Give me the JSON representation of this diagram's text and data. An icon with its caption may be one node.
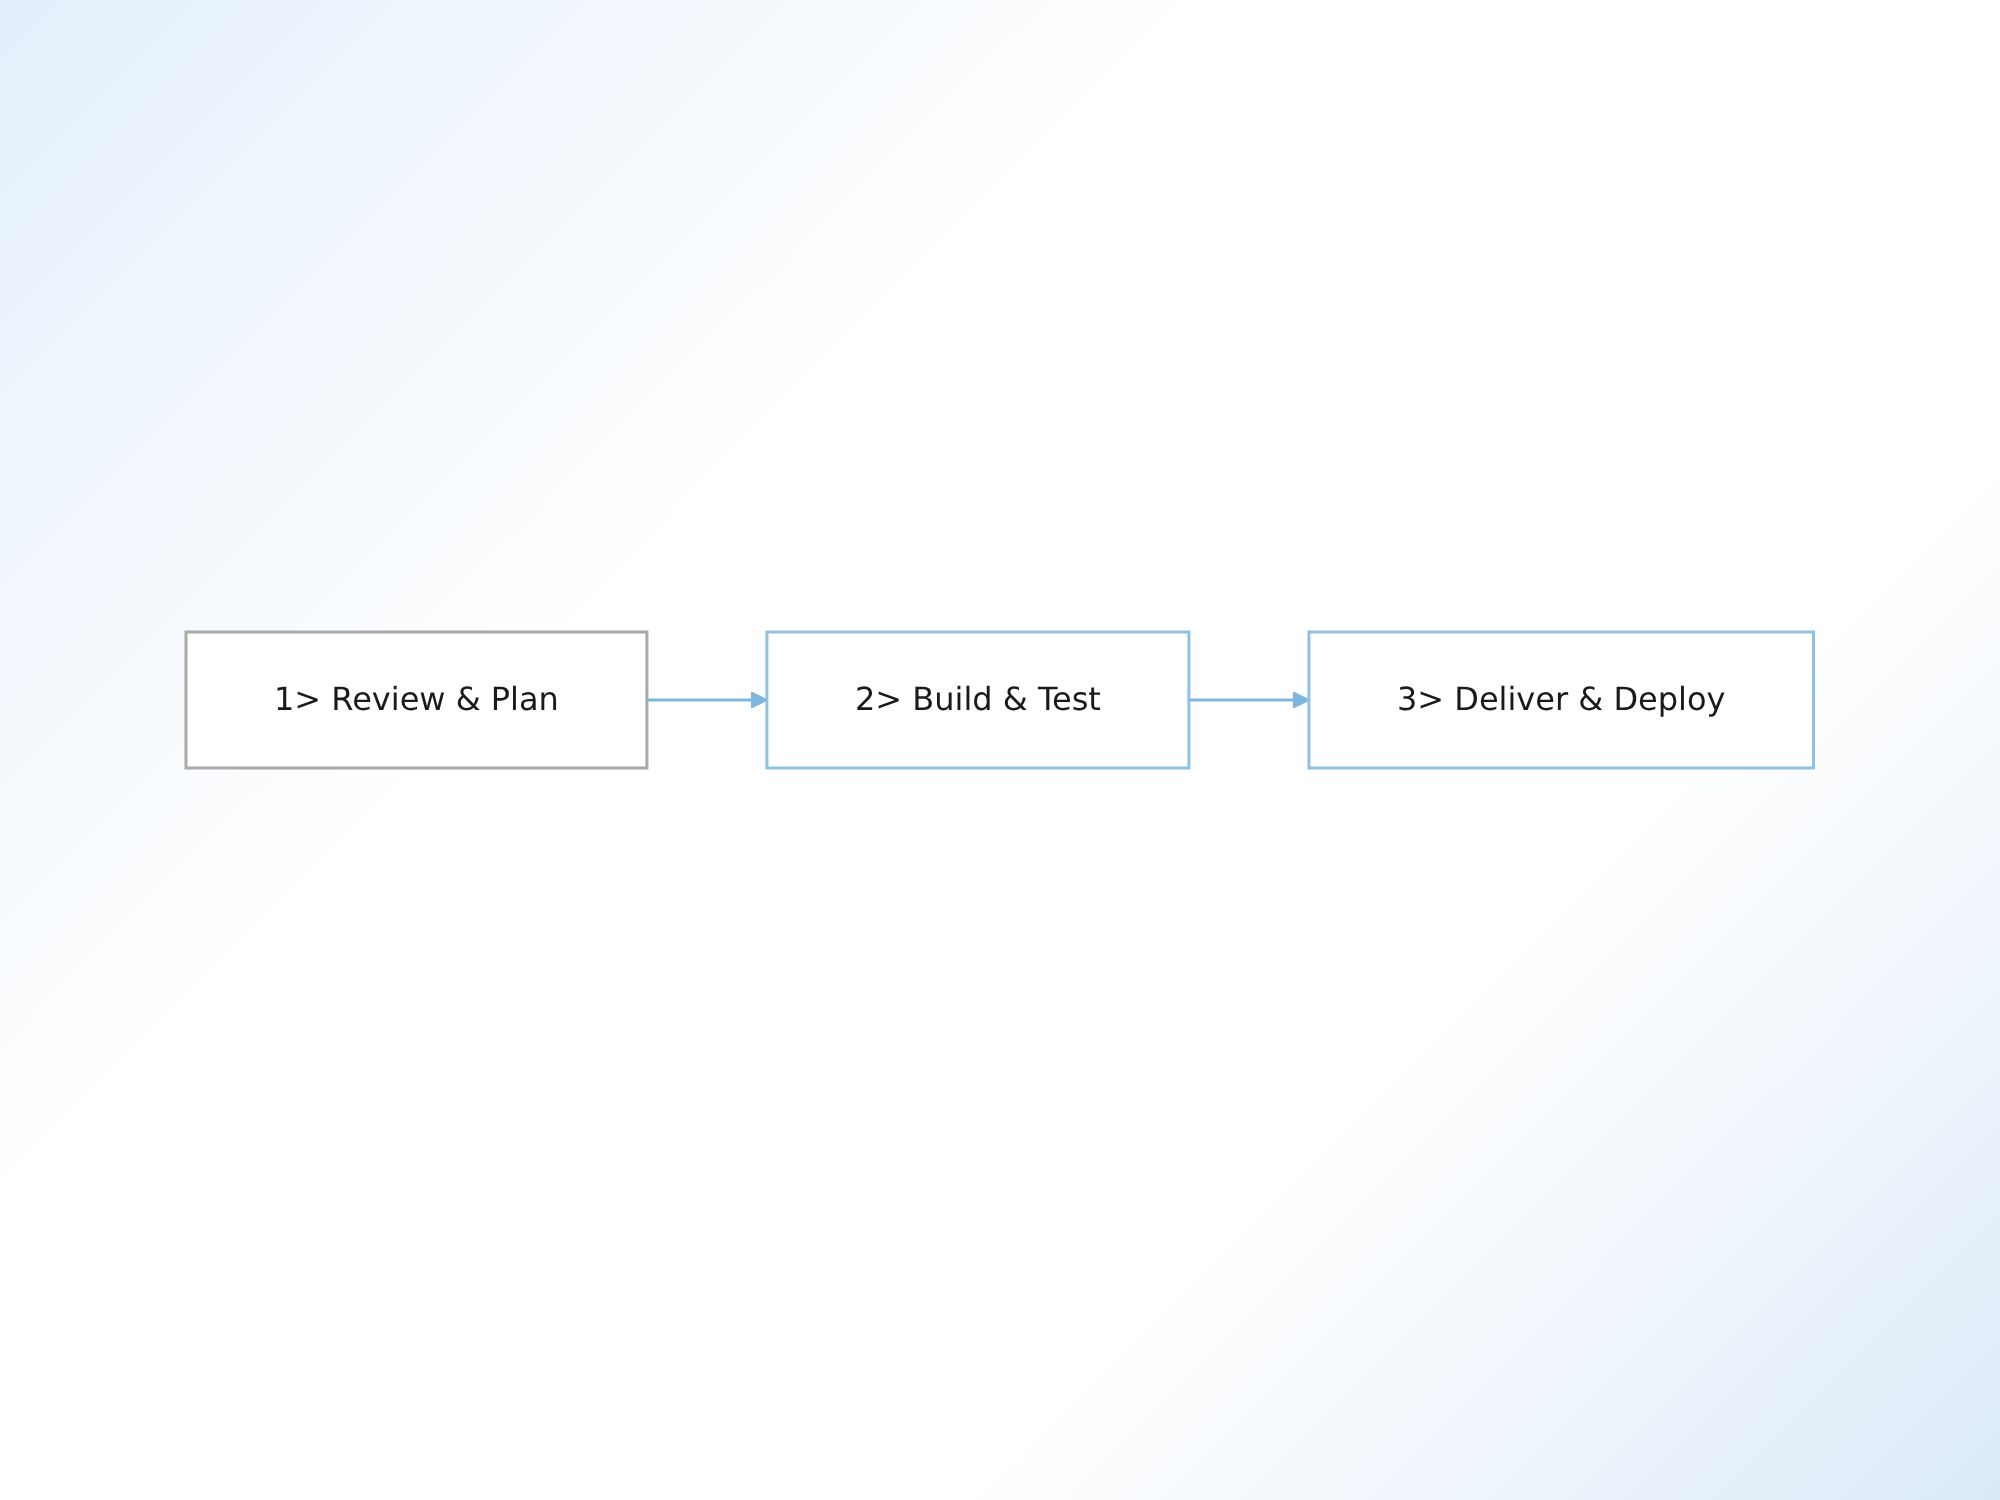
{
  "diagram": {
    "nodes": [
      {
        "text": [
          "1> Review & Plan"
        ]
      },
      {
        "text": [
          "2> Build & Test"
        ]
      },
      {
        "text": [
          "3> Deliver & Deploy"
        ]
      }
    ],
    "edges": [
      {
        "from": 0,
        "to": 1,
        "arrow": "to"
      },
      {
        "from": 1,
        "to": 2,
        "arrow": "to"
      }
    ]
  }
}
